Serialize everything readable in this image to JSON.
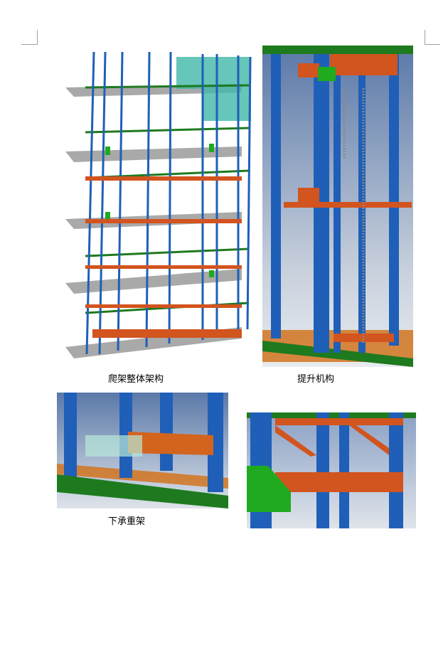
{
  "figures": [
    {
      "caption": "爬架整体架构"
    },
    {
      "caption": "提升机构"
    },
    {
      "caption": "下承重架"
    },
    {
      "caption": null
    }
  ],
  "colors": {
    "steel_blue": "#1f5fb8",
    "bracket_orange": "#d2541e",
    "rail_green": "#1e7a1e",
    "mesh_teal": "#3fb8a8",
    "slab_gray": "#a8a8a8"
  }
}
